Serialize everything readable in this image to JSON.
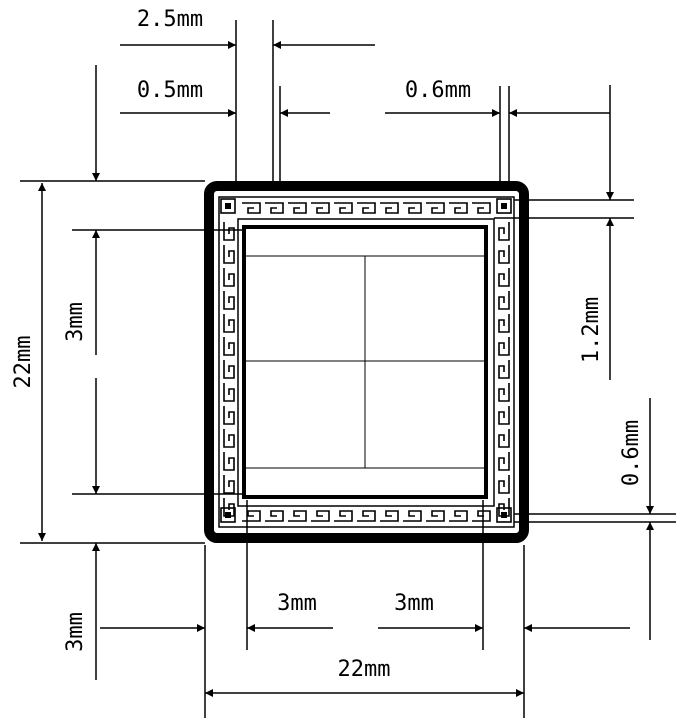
{
  "colors": {
    "ink": "#000000",
    "paper": "#ffffff"
  },
  "pattern": {
    "name": "greek-key-meander-border"
  },
  "dimensions": {
    "top_2_5": "2.5mm",
    "top_0_5": "0.5mm",
    "top_0_6": "0.6mm",
    "right_1_2": "1.2mm",
    "right_0_6": "0.6mm",
    "left_22": "22mm",
    "left_3_upper": "3mm",
    "left_3_lower": "3mm",
    "bottom_3_left": "3mm",
    "bottom_3_right": "3mm",
    "bottom_22": "22mm"
  }
}
